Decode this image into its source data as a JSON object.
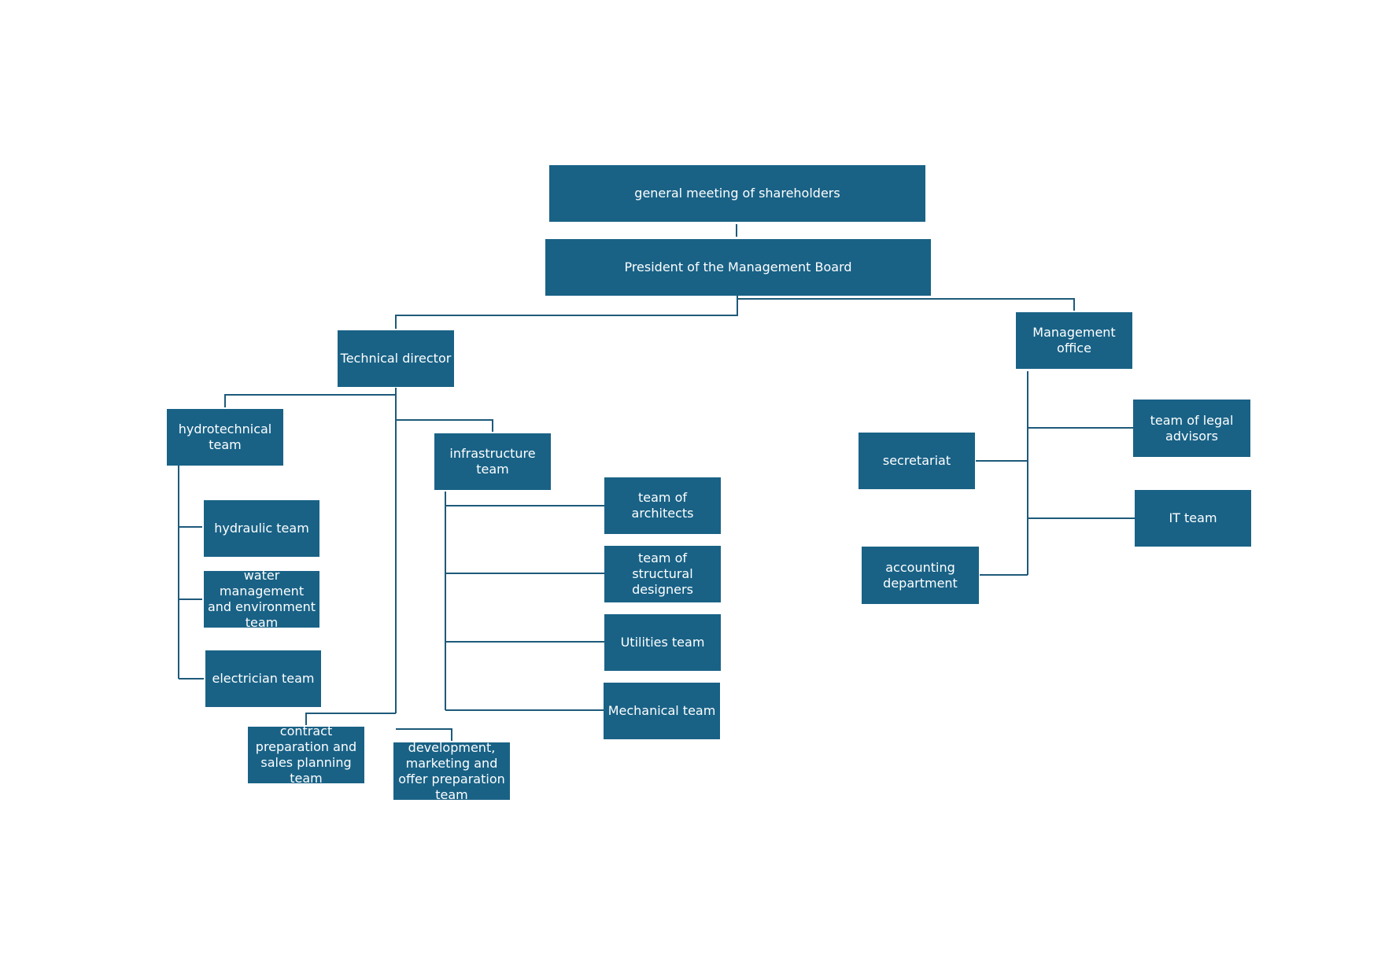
{
  "colors": {
    "box_fill": "#196286",
    "box_text": "#ffffff",
    "connector": "#1e5a7a",
    "background": "#ffffff"
  },
  "nodes": {
    "shareholders": "general meeting of shareholders",
    "president": "President of the Management Board",
    "technical_director": "Technical director",
    "management_office": "Management office",
    "hydrotechnical_team": "hydrotechnical team",
    "infrastructure_team": "infrastructure team",
    "hydraulic_team": "hydraulic team",
    "water_management_team": "water management and environment team",
    "electrician_team": "electrician team",
    "contract_team": "contract preparation and sales planning team",
    "development_team": "development, marketing and offer preparation team",
    "architects_team": "team of architects",
    "structural_team": "team of structural designers",
    "utilities_team": "Utilities team",
    "mechanical_team": "Mechanical team",
    "legal_team": "team of legal advisors",
    "secretariat": "secretariat",
    "it_team": "IT team",
    "accounting": "accounting department"
  }
}
